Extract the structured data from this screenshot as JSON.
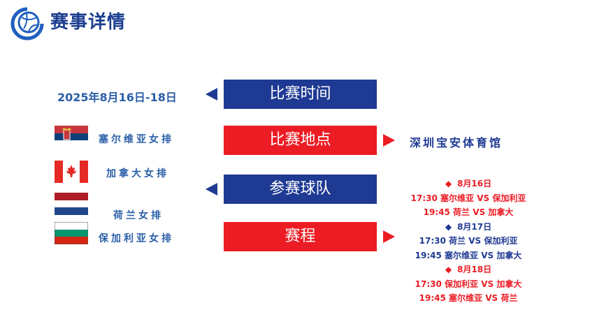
{
  "header": {
    "title": "赛事详情",
    "logo_icon": "volleyball-logo-icon"
  },
  "boxes": {
    "time": "比赛时间",
    "venue": "比赛地点",
    "teams": "参赛球队",
    "schedule": "赛程"
  },
  "date_text": "2025年8月16日-18日",
  "venue_text": "深圳宝安体育馆",
  "teams": [
    {
      "name": "塞尔维亚女排",
      "flag": "serbia-flag-icon"
    },
    {
      "name": "加拿大女排",
      "flag": "canada-flag-icon"
    },
    {
      "name": "荷兰女排",
      "flag": "netherlands-flag-icon"
    },
    {
      "name": "保加利亚女排",
      "flag": "bulgaria-flag-icon"
    }
  ],
  "schedule": [
    {
      "date": "8月16日",
      "matches": [
        "17:30 塞尔维亚 VS 保加利亚",
        "19:45 荷兰 VS 加拿大"
      ]
    },
    {
      "date": "8月17日",
      "matches": [
        "17:30 荷兰 VS 保加利亚",
        "19:45 塞尔维亚 VS 加拿大"
      ]
    },
    {
      "date": "8月18日",
      "matches": [
        "17:30 保加利亚 VS 加拿大",
        "19:45 塞尔维亚 VS 荷兰"
      ]
    }
  ],
  "colors": {
    "blue": "#1f3a93",
    "red": "#ec1c24",
    "text_blue": "#2a5ea8"
  }
}
